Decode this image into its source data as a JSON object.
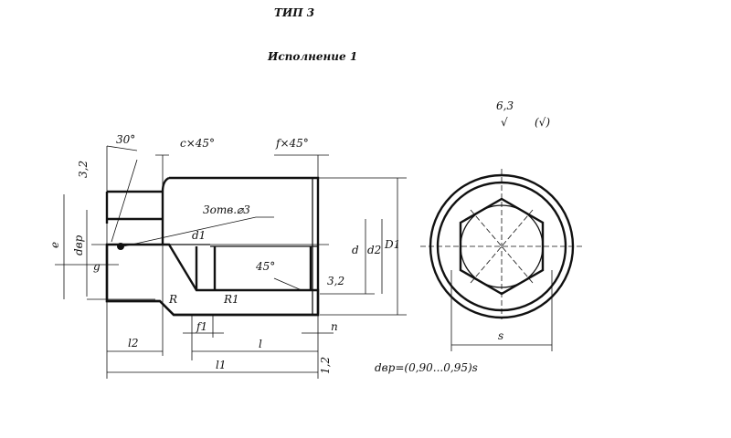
{
  "title_fragment": "ТИП 3",
  "variant_title": "Исполнение 1",
  "roughness": {
    "value": "6,3",
    "symbol": "√",
    "bracket": "(√)"
  },
  "labels": {
    "angle_30": "30°",
    "chamfer_c": "c×45°",
    "chamfer_f": "f×45°",
    "holes": "3отв.⌀3",
    "d1": "d1",
    "d": "d",
    "d2": "d2",
    "D1": "D1",
    "angle_45": "45°",
    "rough_left": "3,2",
    "rough_right": "3,2",
    "rough_bottom": "1,2",
    "R": "R",
    "R1": "R1",
    "f1": "f1",
    "n": "n",
    "l2": "l2",
    "l": "l",
    "l1": "l1",
    "e": "e",
    "dvr": "dвр",
    "g": "g",
    "s": "s",
    "formula": "dвр=(0,90...0,95)s"
  }
}
